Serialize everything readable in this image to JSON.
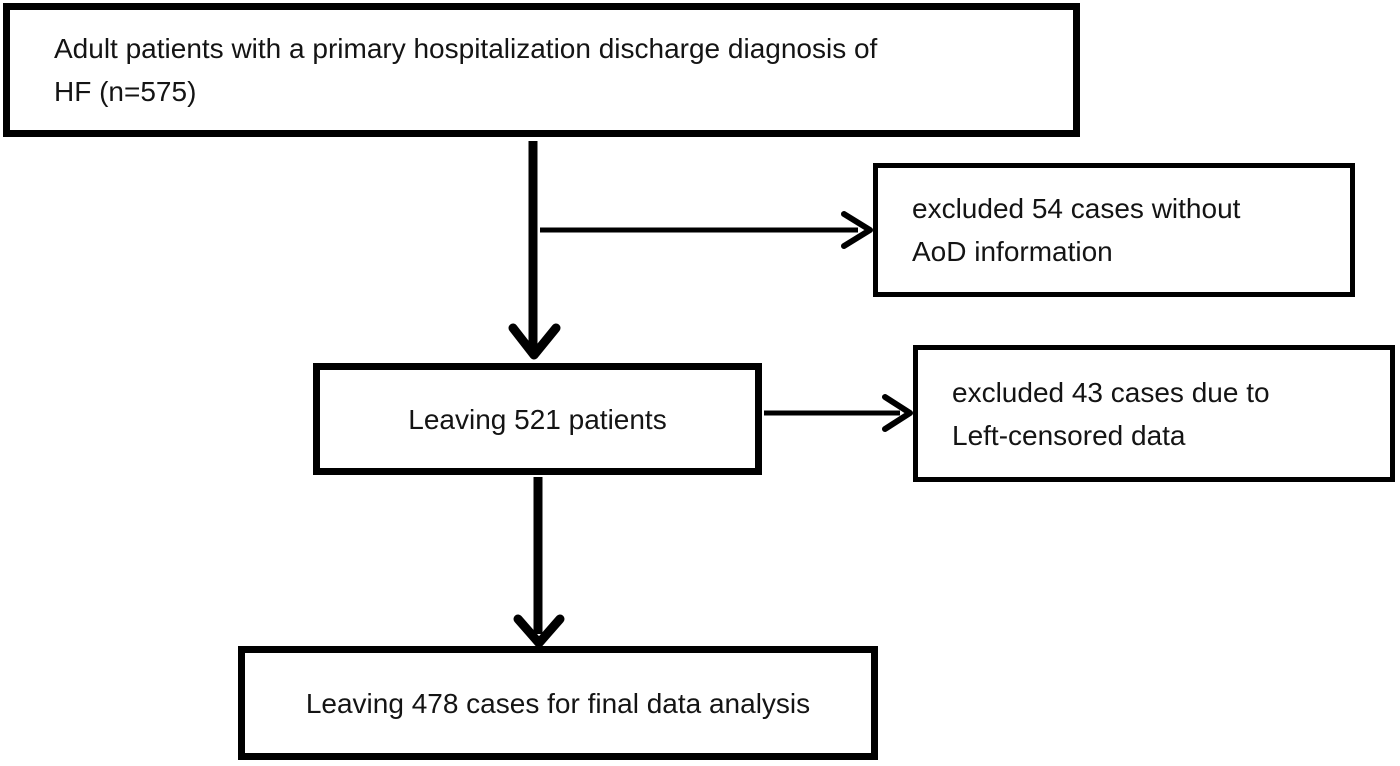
{
  "diagram": {
    "kind": "patient-flow-chart",
    "colors": {
      "ink": "#000000",
      "paper": "#ffffff"
    },
    "nodes": {
      "enrollment": {
        "lines": [
          "Adult patients with a primary hospitalization discharge diagnosis of",
          "HF (n=575)"
        ]
      },
      "excluded_no_aod": {
        "lines": [
          "excluded 54 cases without",
          "AoD information"
        ]
      },
      "after_first_exclusion": {
        "lines": [
          "Leaving 521 patients"
        ]
      },
      "excluded_left_censored": {
        "lines": [
          "excluded 43 cases due to",
          "Left-censored data"
        ]
      },
      "final_analysis": {
        "lines": [
          "Leaving 478 cases for final data analysis"
        ]
      }
    }
  }
}
